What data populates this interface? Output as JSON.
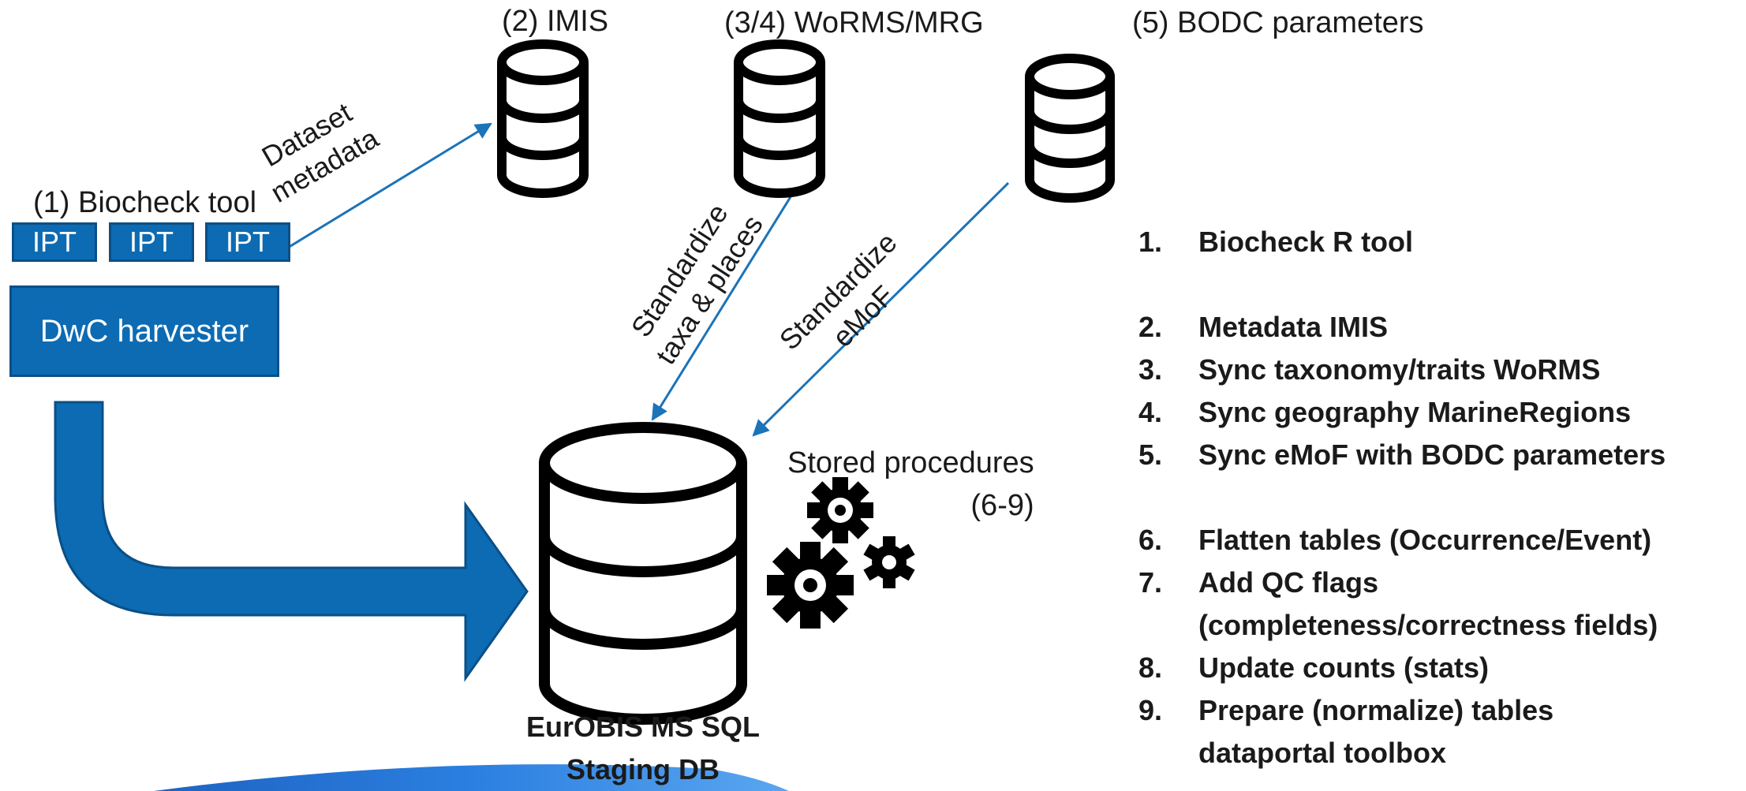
{
  "sources": {
    "imis": "(2) IMIS",
    "worms": "(3/4) WoRMS/MRG",
    "bodc": "(5) BODC parameters",
    "biocheck": "(1) Biocheck tool",
    "ipt": [
      "IPT",
      "IPT",
      "IPT"
    ],
    "harvester": "DwC harvester"
  },
  "flows": {
    "dataset_metadata": [
      "Dataset",
      "metadata"
    ],
    "standardize_taxa": [
      "Standardize",
      "taxa & places"
    ],
    "standardize_emof": [
      "Standardize",
      "eMoF"
    ]
  },
  "staging": {
    "title_line1": "EurOBIS MS SQL",
    "title_line2": "Staging DB",
    "procedures_line1": "Stored procedures",
    "procedures_line2": "(6-9)"
  },
  "steps": [
    {
      "num": "1.",
      "lines": [
        "Biocheck R tool"
      ]
    },
    {
      "num": "2.",
      "lines": [
        "Metadata IMIS"
      ]
    },
    {
      "num": "3.",
      "lines": [
        "Sync taxonomy/traits WoRMS"
      ]
    },
    {
      "num": "4.",
      "lines": [
        "Sync geography MarineRegions"
      ]
    },
    {
      "num": "5.",
      "lines": [
        "Sync eMoF with BODC parameters"
      ]
    },
    {
      "num": "6.",
      "lines": [
        "Flatten tables (Occurrence/Event)"
      ]
    },
    {
      "num": "7.",
      "lines": [
        "Add QC flags",
        "(completeness/correctness fields)"
      ]
    },
    {
      "num": "8.",
      "lines": [
        "Update counts (stats)"
      ]
    },
    {
      "num": "9.",
      "lines": [
        "Prepare (normalize) tables",
        "dataportal toolbox"
      ]
    }
  ],
  "colors": {
    "box_fill": "#0c6bb3",
    "box_border": "#0b4f86",
    "arrow_line": "#1b73b8",
    "db_stroke": "#000000"
  },
  "icons": [
    "database-icon",
    "gear-icon"
  ]
}
